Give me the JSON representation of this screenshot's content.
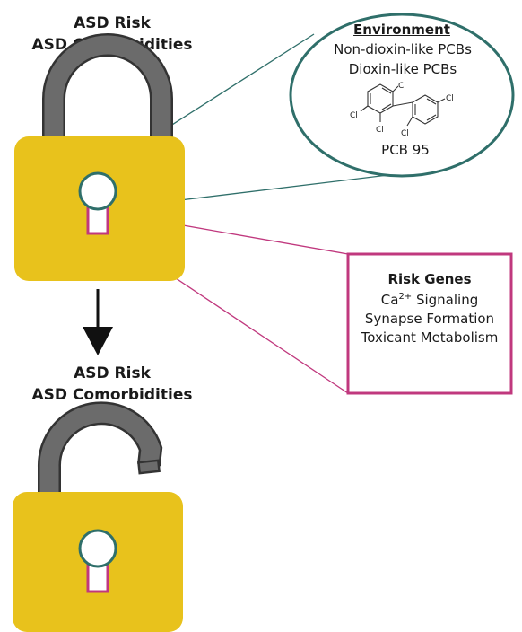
{
  "top_lock": {
    "title_line1": "ASD Risk",
    "title_line2": "ASD Comorbidities",
    "state": "locked"
  },
  "bottom_lock": {
    "title_line1": "ASD Risk",
    "title_line2": "ASD Comorbidities",
    "state": "unlocked"
  },
  "environment": {
    "heading": "Environment",
    "lines": [
      "Non-dioxin-like PCBs",
      "Dioxin-like PCBs"
    ],
    "molecule_label": "PCB 95",
    "atom_label": "Cl"
  },
  "risk_genes": {
    "heading": "Risk Genes",
    "line1_prefix": "Ca",
    "line1_sup": "2+",
    "line1_suffix": " Signaling",
    "line2": "Synapse Formation",
    "line3": "Toxicant Metabolism"
  },
  "colors": {
    "lock_body": "#e8c21c",
    "shackle": "#6b6b6b",
    "shackle_outline": "#333333",
    "environment_accent": "#2f6f6a",
    "genes_accent": "#c0387e",
    "arrow": "#111111"
  }
}
